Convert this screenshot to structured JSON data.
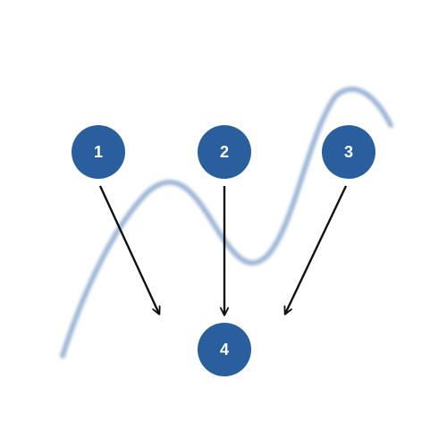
{
  "diagram": {
    "colors": {
      "node_fill": "#2a5f9e",
      "node_text": "#ffffff",
      "arrow": "#111111",
      "wave": "#9bb6d6",
      "background": "#ffffff"
    },
    "nodes": [
      {
        "id": "n1",
        "label": "1"
      },
      {
        "id": "n2",
        "label": "2"
      },
      {
        "id": "n3",
        "label": "3"
      },
      {
        "id": "n4",
        "label": "4"
      }
    ],
    "edges": [
      {
        "from": "1",
        "to": "4"
      },
      {
        "from": "2",
        "to": "4"
      },
      {
        "from": "3",
        "to": "4"
      }
    ]
  }
}
